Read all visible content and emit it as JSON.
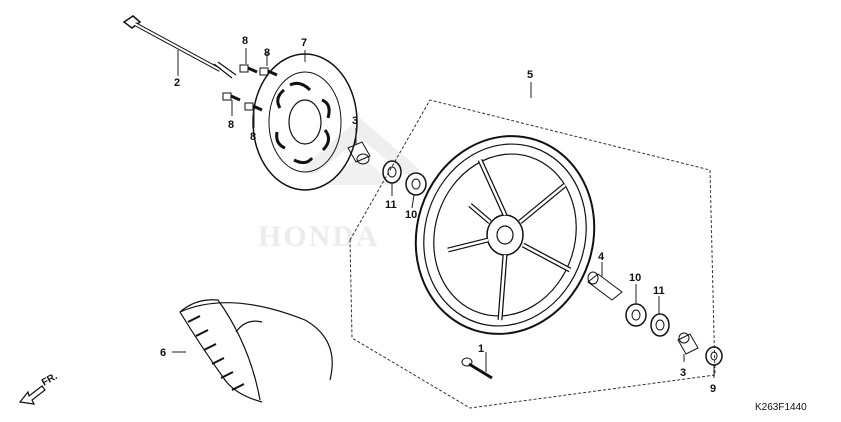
{
  "diagram": {
    "watermark_text": "HONDA",
    "drawing_code": "K263F1440",
    "direction_label": "FR.",
    "callouts": [
      {
        "id": "c1",
        "label": "1"
      },
      {
        "id": "c2",
        "label": "2"
      },
      {
        "id": "c3a",
        "label": "3"
      },
      {
        "id": "c3b",
        "label": "3"
      },
      {
        "id": "c4",
        "label": "4"
      },
      {
        "id": "c5",
        "label": "5"
      },
      {
        "id": "c6",
        "label": "6"
      },
      {
        "id": "c7",
        "label": "7"
      },
      {
        "id": "c8a",
        "label": "8"
      },
      {
        "id": "c8b",
        "label": "8"
      },
      {
        "id": "c8c",
        "label": "8"
      },
      {
        "id": "c8d",
        "label": "8"
      },
      {
        "id": "c9",
        "label": "9"
      },
      {
        "id": "c10a",
        "label": "10"
      },
      {
        "id": "c10b",
        "label": "10"
      },
      {
        "id": "c11a",
        "label": "11"
      },
      {
        "id": "c11b",
        "label": "11"
      }
    ]
  }
}
